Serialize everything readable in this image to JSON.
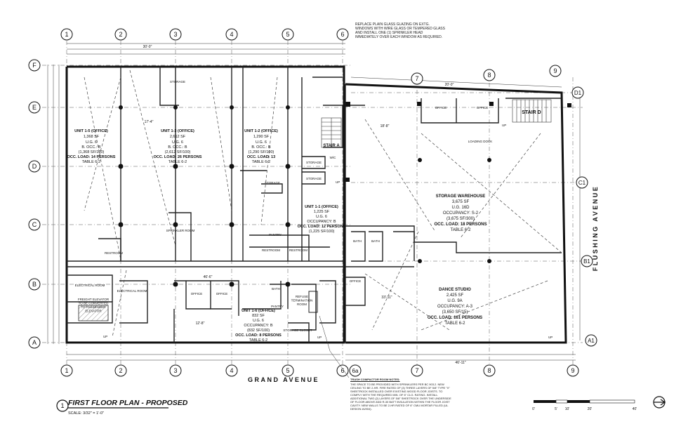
{
  "plan_title": "FIRST FLOOR PLAN - PROPOSED",
  "plan_number": "1",
  "scale": "SCALE: 3/32\" = 1'-0\"",
  "top_note": "REPLACE PLAIN GLASS GLAZING ON EXTG. WINDOWS WITH WIRE GLASS OR TEMPERED GLASS AND INSTALL ONE (1) SPRINKLER HEAD IMMEDIATELY OVER EACH WINDOW AS REQUIRED.",
  "streets": {
    "south": "GRAND AVENUE",
    "east": "FLUSHING AVENUE"
  },
  "grid_columns": [
    "1",
    "2",
    "3",
    "4",
    "5",
    "6",
    "6a",
    "7",
    "8",
    "9"
  ],
  "grid_rows": [
    "F",
    "E",
    "D",
    "C",
    "B",
    "A"
  ],
  "grid_rows_east": [
    "D1",
    "C1",
    "B1",
    "A1"
  ],
  "units": [
    {
      "lines": [
        "UNIT 1-5 (OFFICE)",
        "1,368 SF",
        "U.G. 6",
        "B. OCC.: B",
        "(1,368 SF/100)",
        "OCC. LOAD: 14 PERSONS",
        "TABLE 6-2"
      ]
    },
    {
      "lines": [
        "UNIT 1-3 (OFFICE)",
        "2,612 SF",
        "U.G. 6",
        "B. OCC.: B",
        "(2,612 SF/100)",
        "OCC. LOAD: 26 PERSONS",
        "TABLE 6-2"
      ]
    },
    {
      "lines": [
        "UNIT 1-2 (OFFICE)",
        "1,290 SF",
        "U.G. 6",
        "B. OCC.: B",
        "(1,290 SF/100)",
        "OCC. LOAD: 13",
        "TABLE 6-2"
      ]
    },
    {
      "lines": [
        "UNIT 1-1 (OFFICE)",
        "1,225 SF",
        "U.G. 6",
        "OCCUPANCY: B",
        "OCC. LOAD: 12 PERSONS",
        "(1,225 SF/100)"
      ]
    },
    {
      "lines": [
        "UNIT 1-6 (OFFICE)",
        "832 SF",
        "U.G. 6",
        "OCCUPANCY: B",
        "(832 SF/100)",
        "OCC. LOAD: 8 PERSONS",
        "TABLE 6-2"
      ]
    },
    {
      "lines": [
        "STORAGE WAREHOUSE",
        "3,675 SF",
        "U.G. 16D",
        "OCCUPANCY: S-2",
        "(3,675 SF/300)",
        "OCC. LOAD: 18 PERSONS",
        "TABLE 6-2"
      ]
    },
    {
      "lines": [
        "DANCE STUDIO",
        "2,425 SF",
        "U.G. 9A",
        "OCCUPANCY: A-3",
        "(3,650 SF/15)",
        "OCC. LOAD: 161 PERSONS",
        "TABLE 6-2"
      ]
    }
  ],
  "rooms": {
    "storage": "STORAGE",
    "sprinkler_room": "SPRINKLER ROOM",
    "restroom": "RESTROOM",
    "pantry": "PANTRY",
    "office": "OFFICE",
    "bath": "BATH",
    "electrical_room": "ELECTRICAL ROOM",
    "freight_elevator": "FREIGHT ELEVATOR TO BE CONVERTED TO PASSENGER ELEVATOR",
    "refuse_room": "REFUSE TERMINATION ROOM",
    "storage_closet": "STORAGE CLOSET",
    "stair_a": "STAIR A",
    "stair_d": "STAIR D",
    "loading_dock": "LOADING DOCK",
    "wic": "W/C",
    "up": "UP"
  },
  "dims": {
    "d1": "17'-4\"",
    "d2": "30'-0\"",
    "d3": "12'-8\"",
    "d4": "33'-11\"",
    "d5": "46'-6\"",
    "d6": "46'-11\"",
    "d7": "18'-8\"",
    "d8": "20'-0\""
  },
  "trash_note_title": "TRASH COMPACTOR ROOM NOTES:",
  "trash_note_body": "THE SPACE TO BE PROVIDED WITH SPRINKLERS PER BC 903.2. NEW CEILING TO BE 2-HR. FIRE RATED OF (3) THREE LAYERS OF 5/8\" TYPE \"X\" SHEETROCK INSTALLED OVER EXISTING WOOD FLOOR JOISTS. TO COMPLY WITH THE REQUIRED MIN. OF 6\" CLG. RATING. INSTALL ADDITIONAL TWO (2) LAYERS OF 5/8\" SHEETROCK OVER THE UNDERSIDE OF FLOOR ABOVE AND R-30 BATT INSULATION WITHIN THE FLOOR JOIST CAVITY. NEW WALLS TO BE 2-HR RATED OF 6\" CMU MORTAR FILLED (UL DESIGN #U904).",
  "scale_bar": [
    "0'",
    "5'",
    "10'",
    "20'",
    "40'"
  ]
}
